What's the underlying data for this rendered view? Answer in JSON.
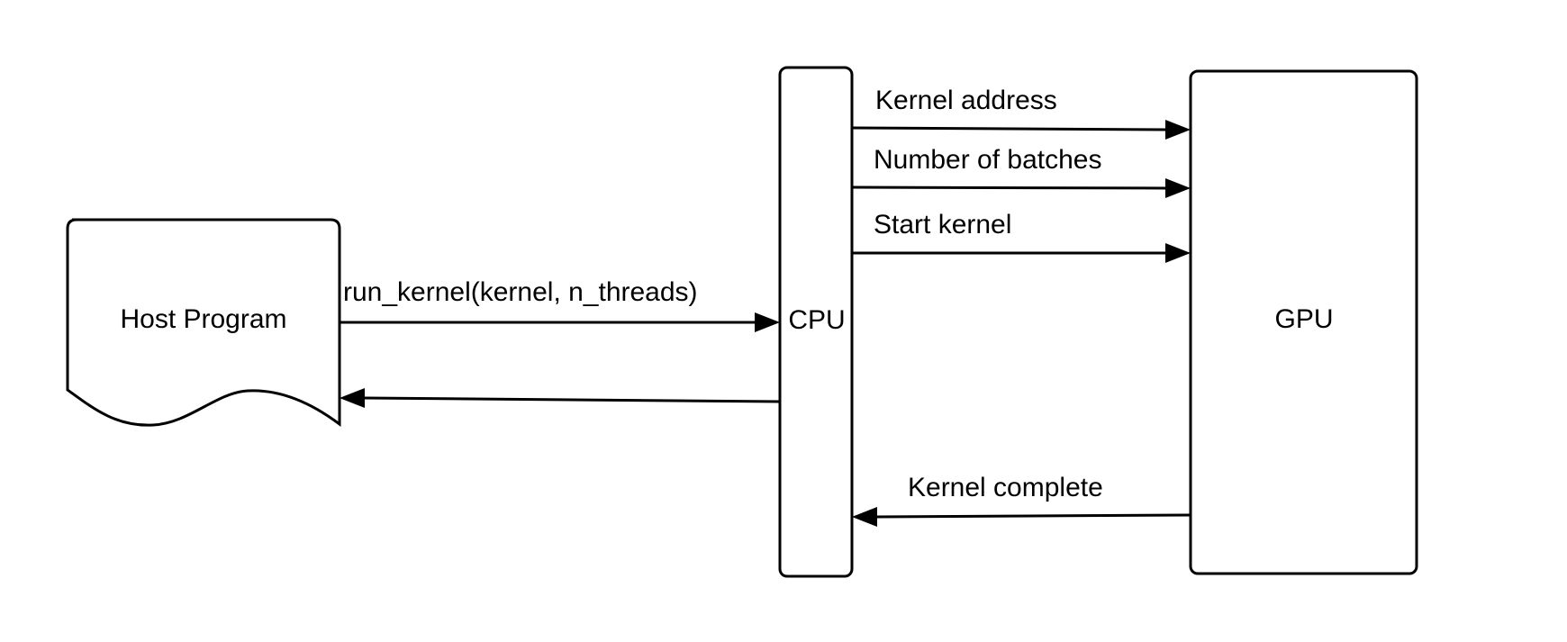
{
  "nodes": {
    "host_program": "Host Program",
    "cpu": "CPU",
    "gpu": "GPU"
  },
  "edges": {
    "run_kernel": "run_kernel(kernel, n_threads)",
    "kernel_address": "Kernel address",
    "number_of_batches": "Number of batches",
    "start_kernel": "Start kernel",
    "kernel_complete": "Kernel complete"
  },
  "colors": {
    "stroke": "#000000",
    "background": "#ffffff"
  }
}
